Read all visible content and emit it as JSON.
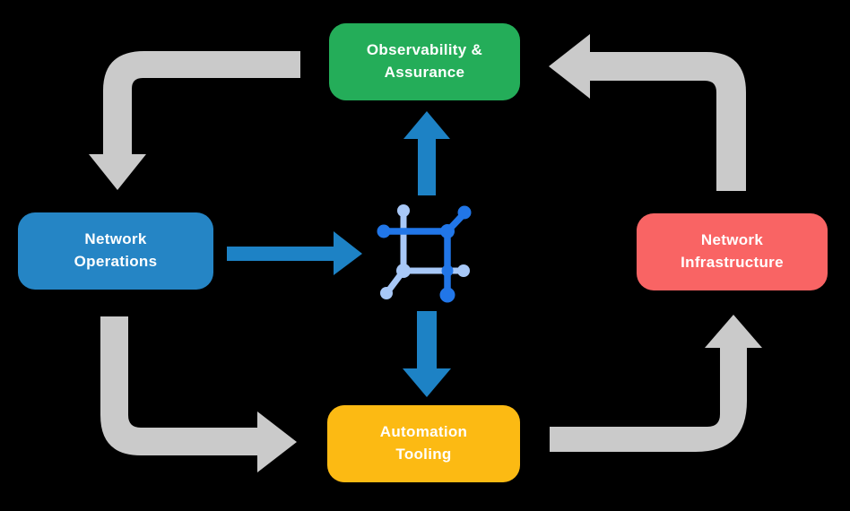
{
  "diagram": {
    "title": "network operations lifecycle diagram",
    "nodes": {
      "observability": {
        "label": "Observability &\nAssurance",
        "color": "#24ad59"
      },
      "operations": {
        "label": "Network\nOperations",
        "color": "#2585c5"
      },
      "infrastructure": {
        "label": "Network\nInfrastructure",
        "color": "#f96464"
      },
      "automation": {
        "label": "Automation\nTooling",
        "color": "#fcba13"
      }
    },
    "center_icon": "network-mesh-icon",
    "edges": [
      {
        "from": "Observability & Assurance",
        "to": "Network Operations",
        "style": "gray-cycle"
      },
      {
        "from": "Network Operations",
        "to": "Automation Tooling",
        "style": "gray-cycle"
      },
      {
        "from": "Automation Tooling",
        "to": "Network Infrastructure",
        "style": "gray-cycle"
      },
      {
        "from": "Network Infrastructure",
        "to": "Observability & Assurance",
        "style": "gray-cycle"
      },
      {
        "from": "Network Operations",
        "to": "center-icon",
        "style": "blue-flow"
      },
      {
        "from": "center-icon",
        "to": "Observability & Assurance",
        "style": "blue-flow"
      },
      {
        "from": "center-icon",
        "to": "Automation Tooling",
        "style": "blue-flow"
      }
    ],
    "colors": {
      "background": "#000000",
      "cycle_arrow": "#cacaca",
      "flow_arrow": "#1d82c5",
      "icon_dark_blue": "#2176e8",
      "icon_light_blue": "#a8c8f7",
      "label_text": "#ffffff"
    }
  }
}
